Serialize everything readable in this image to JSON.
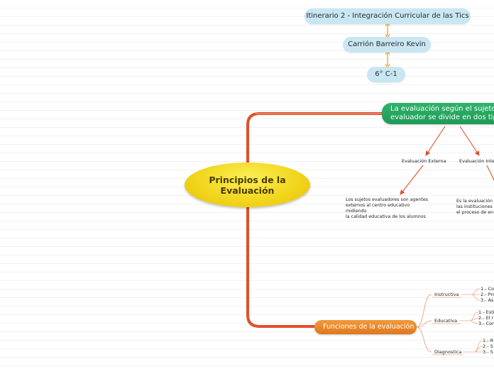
{
  "top_nodes": [
    "Itinerario 2 - Integración Curricular de las Tics",
    "Carrión Barreiro Kevin",
    "6° C-1"
  ],
  "central_topic": "Principios de la\nEvaluación",
  "branch_sujeto": {
    "title": "La evaluación según el sujeto\nevaluador se divide en dos tipos",
    "externa": {
      "label": "Evaluación Externa",
      "description": "Los sujetos evaluadores son agentes\nexternos al centro educativo midiendo\nla calidad educativa de los alumnos"
    },
    "interna": {
      "label": "Evaluación Inte",
      "description": "Es la evaluación\nlas instituciones\nel proceso de en"
    }
  },
  "branch_funciones": {
    "title": "Funciones de la evaluación",
    "items": [
      {
        "label": "Instructiva",
        "sub": [
          "1.- Co",
          "2.- Pro",
          "3.- As"
        ]
      },
      {
        "label": "Educativa",
        "sub": [
          "1.- Esti",
          "2.- El r",
          "3.- Con"
        ]
      },
      {
        "label": "Diagnostica",
        "sub": [
          "1.- R",
          "2.- S",
          "3.- S"
        ]
      }
    ]
  },
  "colors": {
    "pill": "#c9e6f3",
    "arrow": "#f0a020",
    "central": "#f1d41a",
    "green": "#1e9a55",
    "orange": "#e0781c",
    "red_connector": "#e0502a",
    "thin_line": "#f0a88a"
  }
}
